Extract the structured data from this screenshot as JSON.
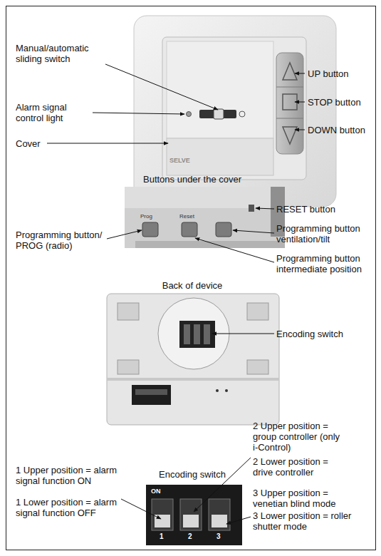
{
  "diagram": {
    "labels": [
      "Manual/automatic sliding switch",
      "Alarm signal control light",
      "Cover",
      "UP button",
      "STOP button",
      "DOWN button",
      "SELVE",
      "Buttons under the cover",
      "RESET button",
      "Programming button/ PROG (radio)",
      "Prog",
      "Reset",
      "Programming button ventilation/tilt",
      "Programming button intermediate position",
      "Back of device",
      "Encoding switch",
      "Encoding switch",
      "2 Upper position = group controller (only i-Control)",
      "2 Lower position = drive controller",
      "1 Upper position = alarm signal function ON",
      "1 Lower position = alarm signal function OFF",
      "3 Upper position = venetian blind mode",
      "3 Lower position = roller shutter mode",
      "ON",
      "1",
      "2",
      "3"
    ]
  }
}
